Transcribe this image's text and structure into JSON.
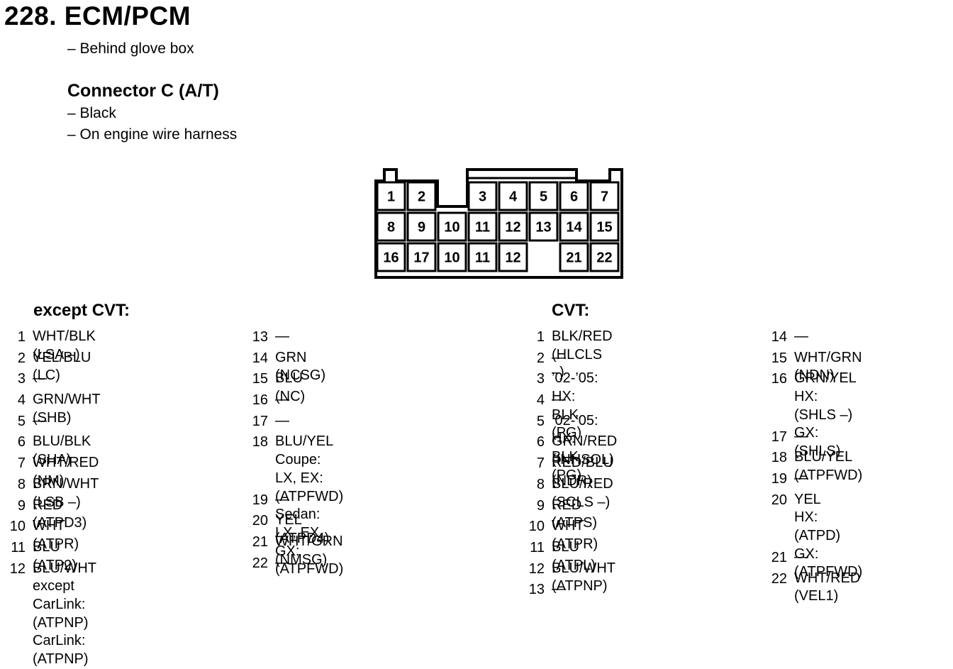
{
  "header": {
    "title": "228. ECM/PCM",
    "location": "– Behind glove box"
  },
  "connector": {
    "title": "Connector C (A/T)",
    "notes": [
      "– Black",
      "– On engine wire harness"
    ],
    "pin_rows": [
      [
        "1",
        "2",
        "",
        "3",
        "4",
        "5",
        "6",
        "7"
      ],
      [
        "8",
        "9",
        "10",
        "11",
        "12",
        "13",
        "14",
        "15"
      ],
      [
        "16",
        "17",
        "10",
        "11",
        "12",
        "",
        "21",
        "22"
      ]
    ]
  },
  "except_cvt": {
    "heading": "except CVT:",
    "col1": [
      {
        "n": "1",
        "lines": [
          "WHT/BLK (LSA –)"
        ]
      },
      {
        "n": "2",
        "lines": [
          "YEL/BLU (LC)"
        ]
      },
      {
        "n": "3",
        "lines": [
          "—"
        ]
      },
      {
        "n": "4",
        "lines": [
          "GRN/WHT (SHB)"
        ]
      },
      {
        "n": "5",
        "lines": [
          "—"
        ]
      },
      {
        "n": "6",
        "lines": [
          "BLU/BLK (SHA)"
        ]
      },
      {
        "n": "7",
        "lines": [
          "WHT/RED (NM)"
        ]
      },
      {
        "n": "8",
        "lines": [
          "BRN/WHT (LSB –)"
        ]
      },
      {
        "n": "9",
        "lines": [
          "RED (ATPD3)"
        ]
      },
      {
        "n": "10",
        "lines": [
          "WHT (ATPR)"
        ]
      },
      {
        "n": "11",
        "lines": [
          "BLU (ATP2)"
        ]
      },
      {
        "n": "12",
        "lines": [
          "BLU/WHT",
          "except CarLink: (ATPNP)",
          "CarLink: (ATPNP)"
        ]
      }
    ],
    "col2": [
      {
        "n": "13",
        "lines": [
          "—"
        ]
      },
      {
        "n": "14",
        "lines": [
          "GRN (NCSG)"
        ]
      },
      {
        "n": "15",
        "lines": [
          "BLU (NC)"
        ]
      },
      {
        "n": "16",
        "lines": [
          "—"
        ]
      },
      {
        "n": "17",
        "lines": [
          "—"
        ]
      },
      {
        "n": "18",
        "lines": [
          "BLU/YEL",
          "Coupe: LX, EX: (ATPFWD)",
          "Sedan: LX, EX, GX: (ATPFWD)"
        ]
      },
      {
        "n": "19",
        "lines": [
          "—"
        ]
      },
      {
        "n": "20",
        "lines": [
          "YEL (ATPD4)"
        ]
      },
      {
        "n": "21",
        "lines": [
          "WHT/GRN (NMSG)"
        ]
      },
      {
        "n": "22",
        "lines": [
          "—"
        ]
      }
    ]
  },
  "cvt": {
    "heading": "CVT:",
    "col1": [
      {
        "n": "1",
        "lines": [
          "BLK/RED (HLCLS –)"
        ]
      },
      {
        "n": "2",
        "lines": [
          "—"
        ]
      },
      {
        "n": "3",
        "lines": [
          "’02-’05: HX: BLK (PG)"
        ]
      },
      {
        "n": "4",
        "lines": [
          "—"
        ]
      },
      {
        "n": "5",
        "lines": [
          "’02-’05: HX: BLK (PG)"
        ]
      },
      {
        "n": "6",
        "lines": [
          "GRN/RED (INHSOL)"
        ]
      },
      {
        "n": "7",
        "lines": [
          "RED/BLU (NDR)"
        ]
      },
      {
        "n": "8",
        "lines": [
          "BLU/RED (SCLS –)"
        ]
      },
      {
        "n": "9",
        "lines": [
          "RED (ATPS)"
        ]
      },
      {
        "n": "10",
        "lines": [
          "WHT (ATPR)"
        ]
      },
      {
        "n": "11",
        "lines": [
          "BLU (ATPL)"
        ]
      },
      {
        "n": "12",
        "lines": [
          "BLU/WHT (ATPNP)"
        ]
      },
      {
        "n": "13",
        "lines": [
          "—"
        ]
      }
    ],
    "col2": [
      {
        "n": "14",
        "lines": [
          "—"
        ]
      },
      {
        "n": "15",
        "lines": [
          "WHT/GRN (NDN)"
        ]
      },
      {
        "n": "16",
        "lines": [
          "GRN/YEL",
          "HX: (SHLS –)",
          "GX: (SHLS)"
        ]
      },
      {
        "n": "17",
        "lines": [
          "—"
        ]
      },
      {
        "n": "18",
        "lines": [
          "BLU/YEL (ATPFWD)"
        ]
      },
      {
        "n": "19",
        "lines": [
          "—"
        ]
      },
      {
        "n": "20",
        "lines": [
          "YEL",
          "HX: (ATPD)",
          "GX: (ATPFWD)"
        ]
      },
      {
        "n": "21",
        "lines": [
          "—"
        ]
      },
      {
        "n": "22",
        "lines": [
          "WHT/RED (VEL1)"
        ]
      }
    ]
  }
}
